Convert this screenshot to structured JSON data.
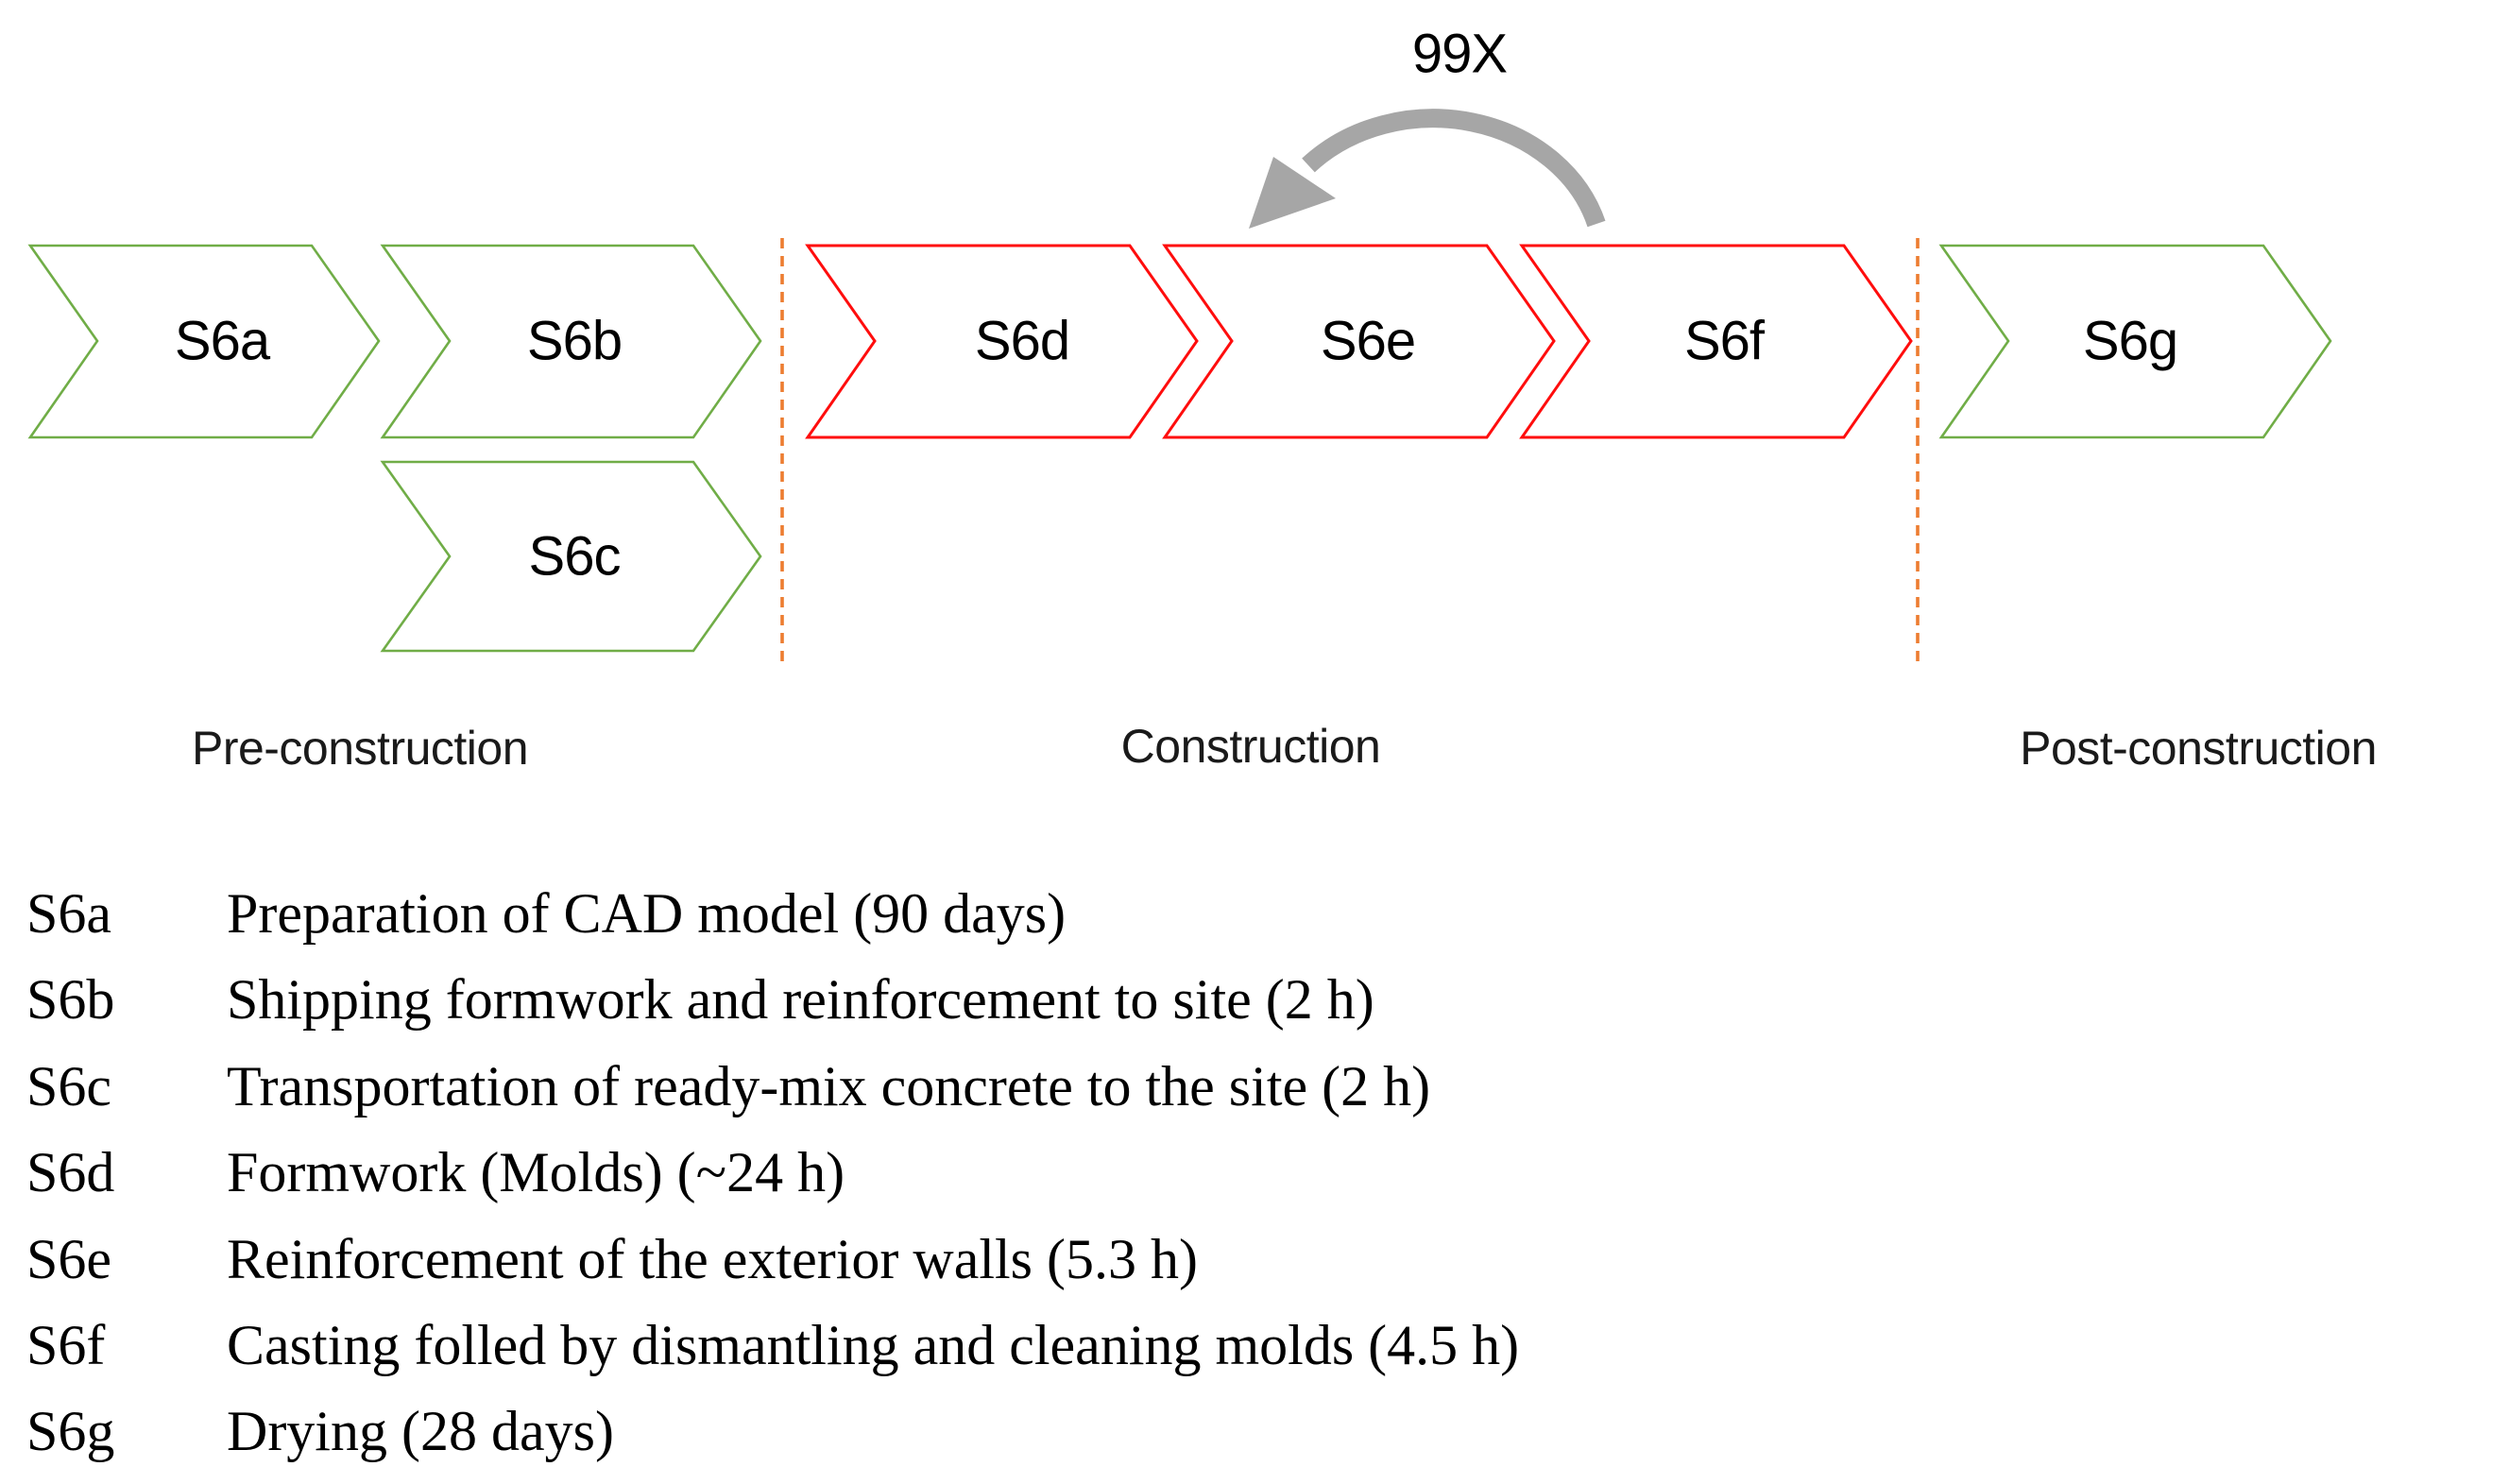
{
  "diagram": {
    "loop": {
      "label": "99X",
      "from": "S6f",
      "to": "S6e"
    },
    "phases": [
      {
        "label": "Pre-construction"
      },
      {
        "label": "Construction"
      },
      {
        "label": "Post-construction"
      }
    ],
    "steps": [
      {
        "id": "S6a",
        "label": "S6a",
        "phase": "Pre-construction",
        "color": "green"
      },
      {
        "id": "S6b",
        "label": "S6b",
        "phase": "Pre-construction",
        "color": "green"
      },
      {
        "id": "S6c",
        "label": "S6c",
        "phase": "Pre-construction",
        "color": "green"
      },
      {
        "id": "S6d",
        "label": "S6d",
        "phase": "Construction",
        "color": "red"
      },
      {
        "id": "S6e",
        "label": "S6e",
        "phase": "Construction",
        "color": "red"
      },
      {
        "id": "S6f",
        "label": "S6f",
        "phase": "Construction",
        "color": "red"
      },
      {
        "id": "S6g",
        "label": "S6g",
        "phase": "Post-construction",
        "color": "green"
      }
    ]
  },
  "legend": {
    "items": [
      {
        "code": "S6a",
        "description": "Preparation of CAD model (90 days)"
      },
      {
        "code": "S6b",
        "description": "Shipping formwork and reinforcement to site (2 h)"
      },
      {
        "code": "S6c",
        "description": "Transportation of ready-mix concrete to the site (2 h)"
      },
      {
        "code": "S6d",
        "description": "Formwork (Molds) (~24 h)"
      },
      {
        "code": "S6e",
        "description": "Reinforcement of the exterior walls (5.3 h)"
      },
      {
        "code": "S6f",
        "description": "Casting folled by dismantling and cleaning molds (4.5 h)"
      },
      {
        "code": "S6g",
        "description": "Drying (28 days)"
      }
    ]
  },
  "colors": {
    "green": "#70AD47",
    "red": "#FF0D0D",
    "separator": "#ED7D31",
    "arrow": "#A6A6A6"
  }
}
